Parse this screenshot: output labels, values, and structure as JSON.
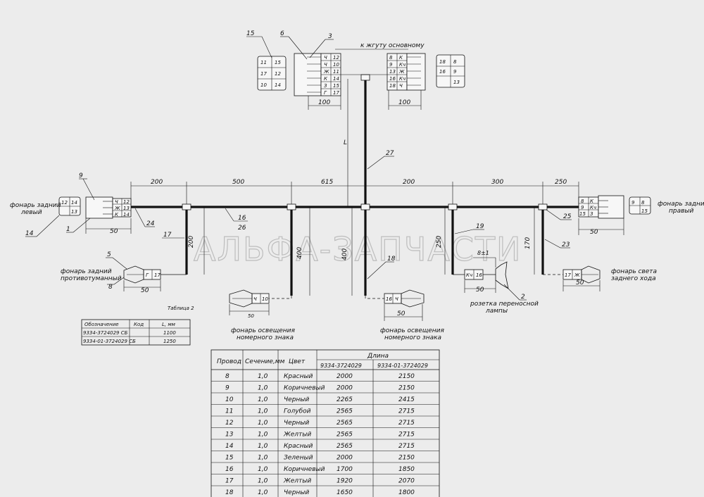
{
  "drawing": {
    "to_main_harness": "к жгуту основному",
    "watermark": "АЛЬФА-ЗАПЧАСТИ",
    "table_caption": "Таблица 2"
  },
  "labels": {
    "rear_lamp_left": [
      "фонарь задний",
      "левый"
    ],
    "rear_lamp_right": [
      "фонарь задний",
      "правый"
    ],
    "rear_fog_lamp": [
      "фонарь задний",
      "противотуманный"
    ],
    "plate_lamp_left": [
      "фонарь освещения",
      "номерного знака"
    ],
    "plate_lamp_right": [
      "фонарь освещения",
      "номерного знака"
    ],
    "portable_lamp_socket": [
      "розетка переносной",
      "лампы"
    ],
    "reverse_lamp": [
      "фонарь света",
      "заднего хода"
    ]
  },
  "callouts": [
    "15",
    "6",
    "3",
    "9",
    "14",
    "1",
    "24",
    "16",
    "26",
    "17",
    "5",
    "8",
    "27",
    "18",
    "19",
    "25",
    "23",
    "2"
  ],
  "dimensions": {
    "top_segments": [
      "200",
      "500",
      "615",
      "200",
      "300",
      "250"
    ],
    "left_conn": "50",
    "right_conn": "50",
    "drop_17": "200",
    "drop_plate_left": "400",
    "drop_18": "400",
    "drop_19": "250",
    "drop_23": "170",
    "fog_conn": "50",
    "plate_left_conn": "50",
    "plate_right_conn": "50",
    "socket_conn": "50",
    "socket_offset": "8±1",
    "reverse_conn": "50",
    "top_left_conn": "100",
    "top_right_conn": "100",
    "vertical_L": "L"
  },
  "pins": {
    "top_left_block": [
      {
        "c": "Ч",
        "n": "12"
      },
      {
        "c": "Ч",
        "n": "10"
      },
      {
        "c": "Ж",
        "n": "11"
      },
      {
        "c": "К",
        "n": "14"
      },
      {
        "c": "З",
        "n": "15"
      },
      {
        "c": "Г",
        "n": "17"
      }
    ],
    "top_right_block": [
      {
        "n": "8",
        "c": "К"
      },
      {
        "n": "9",
        "c": "Кч"
      },
      {
        "n": "13",
        "c": "Ж"
      },
      {
        "n": "16",
        "c": "Кч"
      },
      {
        "n": "18",
        "c": "Ч"
      }
    ],
    "top_left_face": [
      [
        "11",
        "15"
      ],
      [
        "17",
        "12"
      ],
      [
        "10",
        "14"
      ]
    ],
    "top_right_face": [
      [
        "18",
        "8"
      ],
      [
        "16",
        "9"
      ],
      [
        "",
        "13"
      ]
    ],
    "left_lamp_block": [
      {
        "c": "Ч",
        "n": "12"
      },
      {
        "c": "Ж",
        "n": "13"
      },
      {
        "c": "К",
        "n": "14"
      }
    ],
    "left_lamp_face": [
      [
        "12",
        "14"
      ],
      [
        "",
        "13"
      ]
    ],
    "right_lamp_block": [
      {
        "n": "8",
        "c": "К"
      },
      {
        "n": "9",
        "c": "Кч"
      },
      {
        "n": "15",
        "c": "З"
      }
    ],
    "right_lamp_face": [
      [
        "9",
        "8"
      ],
      [
        "",
        "15"
      ]
    ],
    "fog": {
      "c": "Г",
      "n": "17"
    },
    "plate_left": {
      "c": "Ч",
      "n": "10"
    },
    "plate_right": {
      "n": "16",
      "c": "Ч"
    },
    "socket": {
      "c": "Кч",
      "n": "16"
    },
    "reverse": {
      "n": "17",
      "c": "Ж"
    }
  },
  "small_table": {
    "headers": [
      "Обозначение",
      "Код",
      "L, мм"
    ],
    "rows": [
      [
        "9334-3724029 СБ",
        "",
        "1100"
      ],
      [
        "9334-01-3724029 СБ",
        "",
        "1250"
      ]
    ]
  },
  "wire_table": {
    "headers": [
      "Провод",
      "Сечение,мм",
      "Цвет",
      "Длина"
    ],
    "subheaders": [
      "9334-3724029",
      "9334-01-3724029"
    ],
    "rows": [
      [
        "8",
        "1,0",
        "Красный",
        "2000",
        "2150"
      ],
      [
        "9",
        "1,0",
        "Коричневый",
        "2000",
        "2150"
      ],
      [
        "10",
        "1,0",
        "Черный",
        "2265",
        "2415"
      ],
      [
        "11",
        "1,0",
        "Голубой",
        "2565",
        "2715"
      ],
      [
        "12",
        "1,0",
        "Черный",
        "2565",
        "2715"
      ],
      [
        "13",
        "1,0",
        "Желтый",
        "2565",
        "2715"
      ],
      [
        "14",
        "1,0",
        "Красный",
        "2565",
        "2715"
      ],
      [
        "15",
        "1,0",
        "Зеленый",
        "2000",
        "2150"
      ],
      [
        "16",
        "1,0",
        "Коричневый",
        "1700",
        "1850"
      ],
      [
        "17",
        "1,0",
        "Желтый",
        "1920",
        "2070"
      ],
      [
        "18",
        "1,0",
        "Черный",
        "1650",
        "1800"
      ]
    ]
  }
}
